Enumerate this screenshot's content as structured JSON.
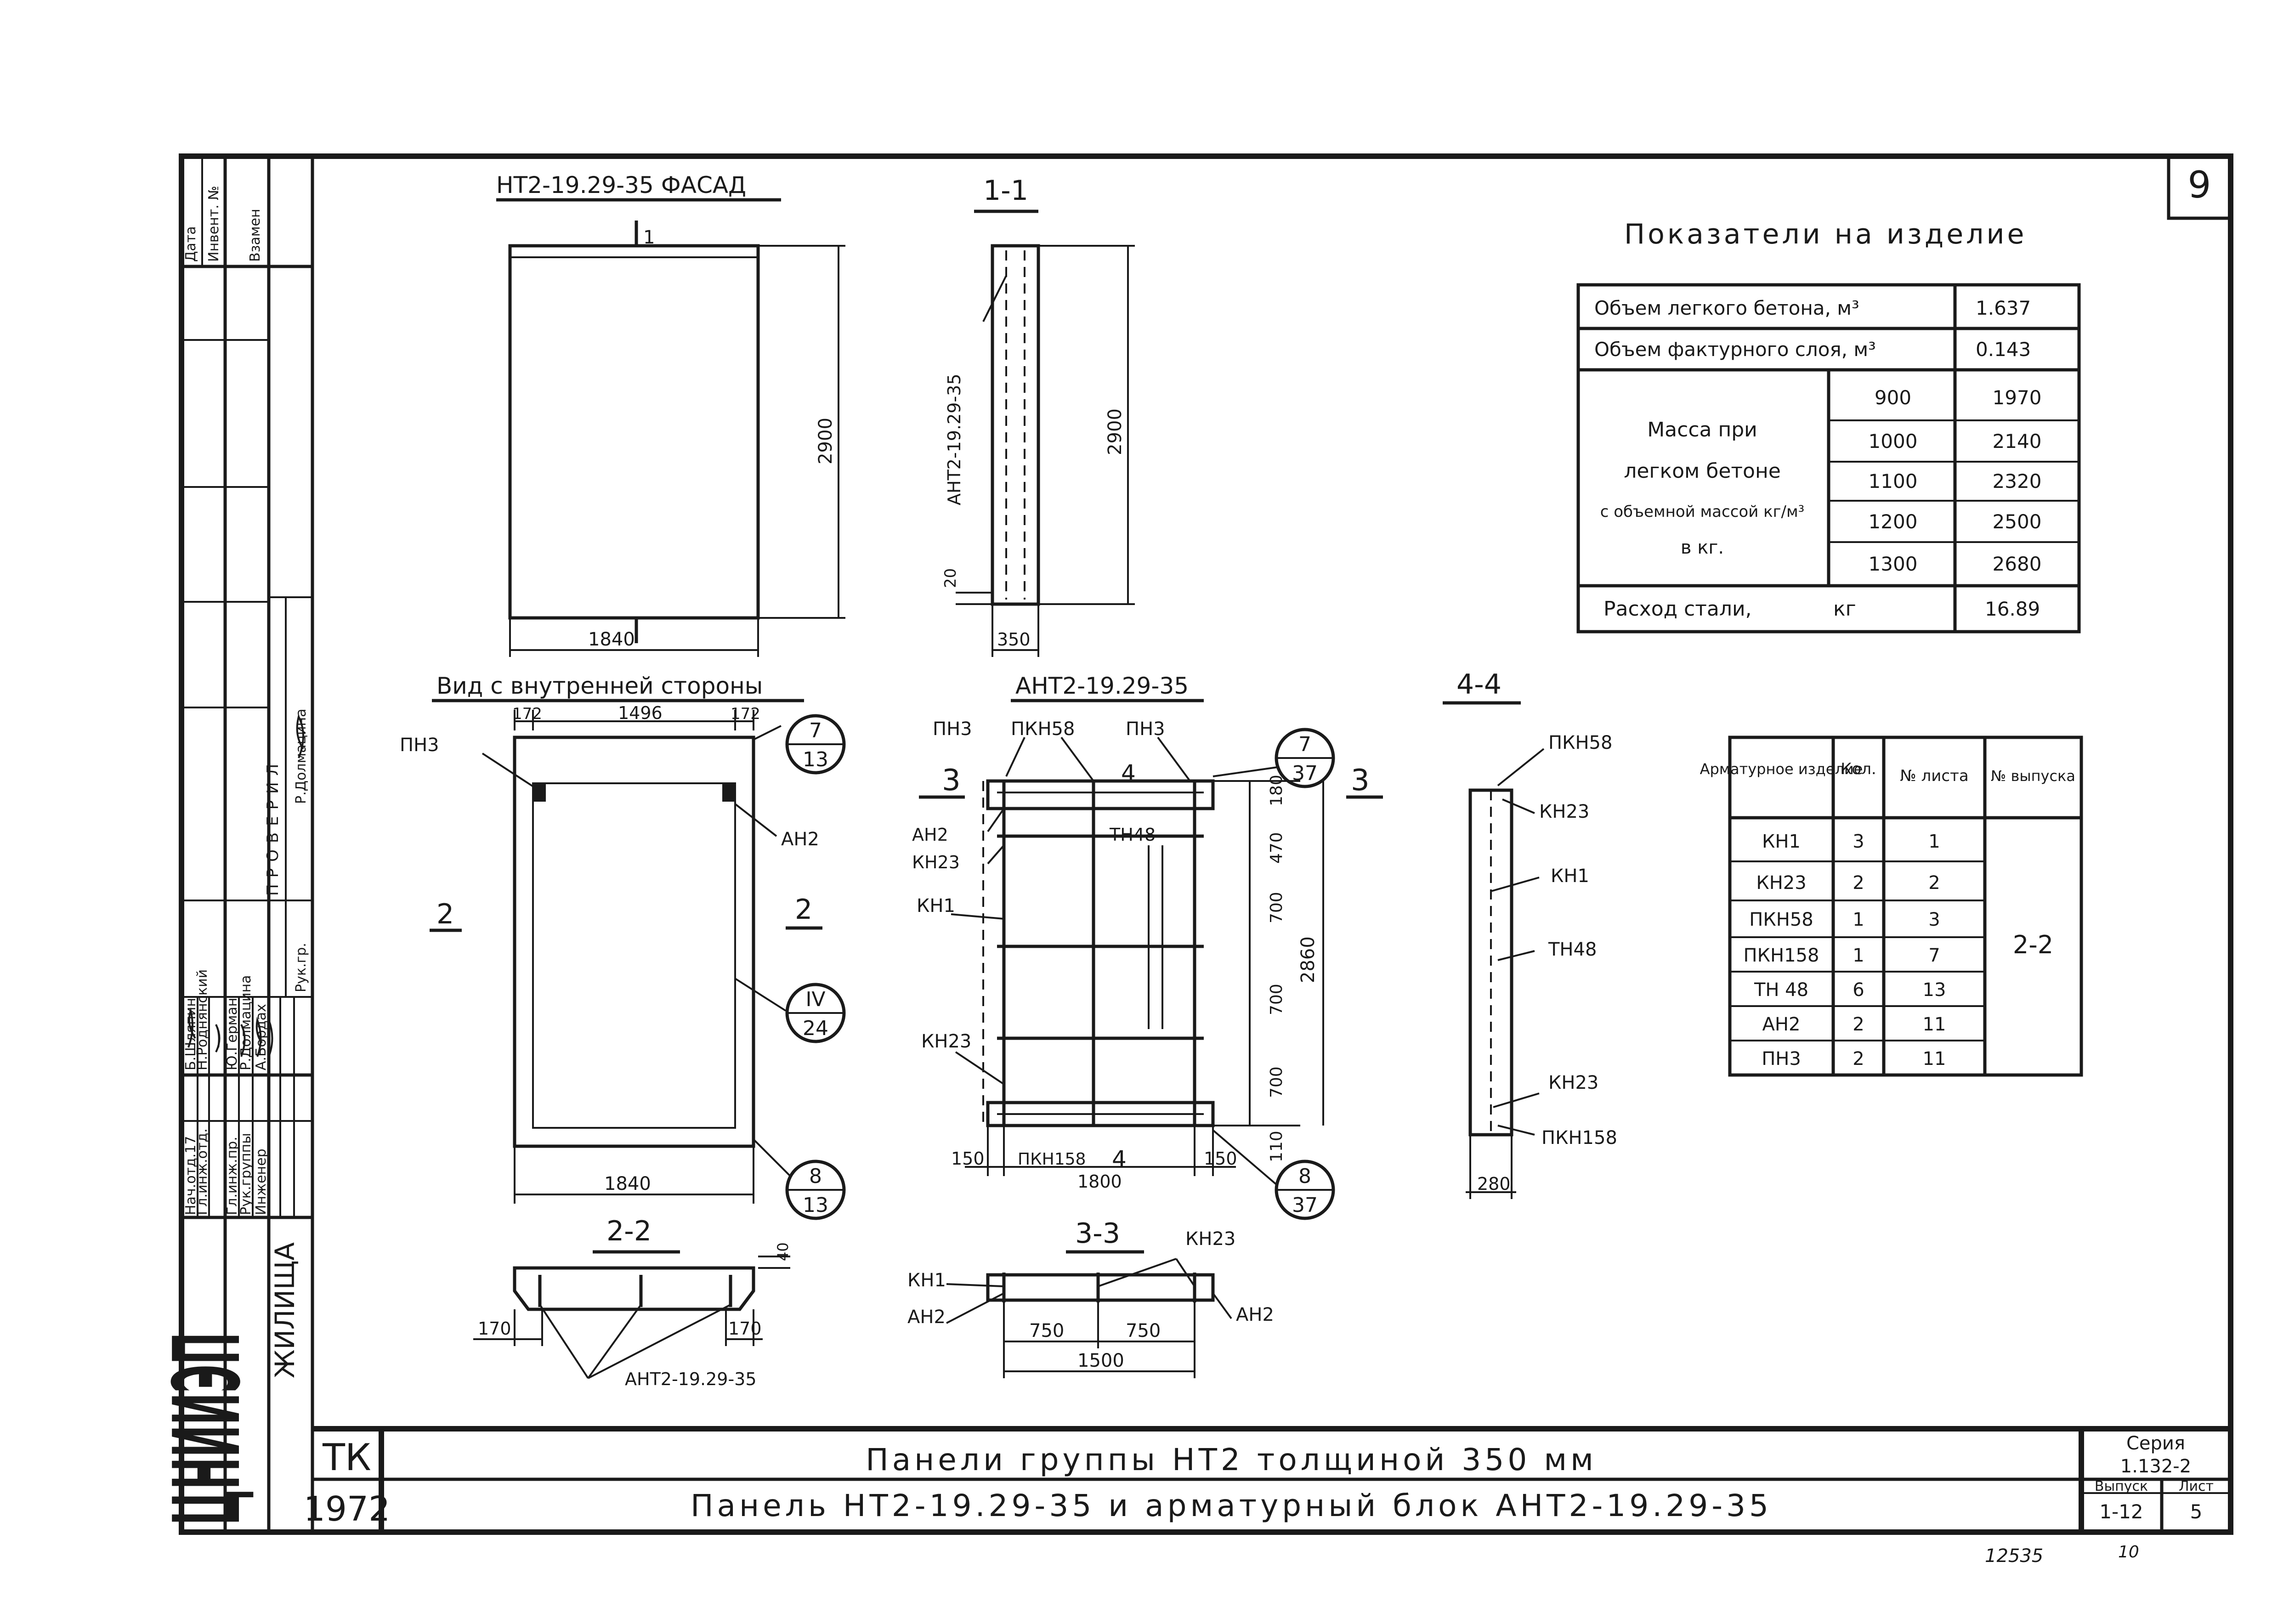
{
  "sheet_number": "9",
  "stamp": {
    "cols": [
      "Дата",
      "Инвент. №",
      "Взамен"
    ],
    "roles": [
      "Нач.отд.17",
      "Гл.инж.отд.",
      "Гл.инж.пр.",
      "Рук.группы",
      "Инженер"
    ],
    "names": [
      "Б.Шляпин",
      "Н.Роднянский",
      "Ю.Герман",
      "Р.Долмацина",
      "А.Бордах"
    ],
    "checked_label": "ПРОВЕРИЛ",
    "checked_role": "Рук.гр.",
    "checked_name": "Р.Долмацина",
    "org": "ЦНИИЭП",
    "org_sub": "ЖИЛИЩА"
  },
  "facade": {
    "title": "НТ2-19.29-35 ФАСАД",
    "cut": "1",
    "height": "2900",
    "width": "1840"
  },
  "section11": {
    "title": "1-1",
    "label": "АНТ2-19.29-35",
    "height": "2900",
    "dim20": "20",
    "thickness": "350"
  },
  "inner_view": {
    "title": "Вид с внутренней стороны",
    "dims": [
      "172",
      "1496",
      "172"
    ],
    "width": "1840",
    "cut_left": "2",
    "cut_right": "2",
    "labels": {
      "pn3": "ПН3",
      "an2": "АН2"
    },
    "callouts": [
      {
        "top": "7",
        "bottom": "13"
      },
      {
        "top": "IV",
        "bottom": "24"
      },
      {
        "top": "8",
        "bottom": "13"
      }
    ]
  },
  "section22": {
    "title": "2-2",
    "dim_left": "170",
    "dim_right": "170",
    "dim_40": "40",
    "label": "АНТ2-19.29-35"
  },
  "block": {
    "title": "АНТ2-19.29-35",
    "labels": [
      "ПН3",
      "ПКН58",
      "ПН3",
      "АН2",
      "КН23",
      "ТН48",
      "КН1",
      "КН23",
      "ПКН158"
    ],
    "cut_left": "3",
    "cut_right": "3",
    "cut_top": "4",
    "cut_bottom": "4",
    "vdims": [
      "180",
      "470",
      "700",
      "700",
      "700",
      "110"
    ],
    "total_h": "2860",
    "hdims": [
      "150",
      "1800",
      "150"
    ],
    "callouts": [
      {
        "top": "7",
        "bottom": "37"
      },
      {
        "top": "8",
        "bottom": "37"
      }
    ]
  },
  "section33": {
    "title": "3-3",
    "labels": [
      "КН1",
      "АН2",
      "КН23",
      "АН2"
    ],
    "dims": [
      "750",
      "750"
    ],
    "total": "1500"
  },
  "section44": {
    "title": "4-4",
    "labels": [
      "ПКН58",
      "КН23",
      "КН1",
      "ТН48",
      "КН23",
      "ПКН158"
    ],
    "dim": "280"
  },
  "indicators": {
    "title": "Показатели на изделие",
    "vol_light": {
      "label": "Объем легкого бетона, м³",
      "value": "1.637"
    },
    "vol_face": {
      "label": "Объем фактурного слоя, м³",
      "value": "0.143"
    },
    "mass_label": [
      "Масса при",
      "легком бетоне",
      "с объемной массой кг/м³",
      "в кг."
    ],
    "mass_rows": [
      {
        "density": "900",
        "mass": "1970"
      },
      {
        "density": "1000",
        "mass": "2140"
      },
      {
        "density": "1100",
        "mass": "2320"
      },
      {
        "density": "1200",
        "mass": "2500"
      },
      {
        "density": "1300",
        "mass": "2680"
      }
    ],
    "steel": {
      "label": "Расход стали,",
      "unit": "кг",
      "value": "16.89"
    }
  },
  "rebar_table": {
    "headers": [
      "Арматурное изделие",
      "Кол.",
      "№ листа",
      "№ выпуска"
    ],
    "rows": [
      {
        "item": "КН1",
        "qty": "3",
        "sheet": "1"
      },
      {
        "item": "КН23",
        "qty": "2",
        "sheet": "2"
      },
      {
        "item": "ПКН58",
        "qty": "1",
        "sheet": "3"
      },
      {
        "item": "ПКН158",
        "qty": "1",
        "sheet": "7"
      },
      {
        "item": "ТН 48",
        "qty": "6",
        "sheet": "13"
      },
      {
        "item": "АН2",
        "qty": "2",
        "sheet": "11"
      },
      {
        "item": "ПН3",
        "qty": "2",
        "sheet": "11"
      }
    ],
    "issue": "2-2"
  },
  "title_block": {
    "tk": "ТК",
    "year": "1972",
    "line1": "Панели группы НТ2 толщиной 350 мм",
    "line2": "Панель НТ2-19.29-35 и арматурный блок АНТ2-19.29-35",
    "series_label": "Серия",
    "series": "1.132-2",
    "issue_label": "Выпуск",
    "issue": "1-12",
    "sheet_label": "Лист",
    "sheet": "5"
  },
  "footer": {
    "num1": "12535",
    "num2": "10"
  }
}
